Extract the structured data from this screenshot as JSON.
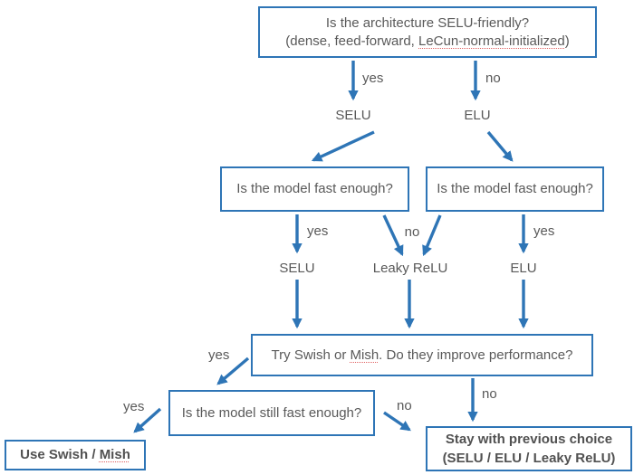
{
  "colors": {
    "accent_blue": "#2e75b6",
    "text_gray": "#595959",
    "spellcheck_red": "#e06262"
  },
  "nodes": {
    "root_question": {
      "line1": "Is the architecture SELU-friendly?",
      "line2_prefix": "(dense, feed-forward, ",
      "line2_underlined": "LeCun-normal-initialized",
      "line2_suffix": ")"
    },
    "fast_left": {
      "text": "Is the model fast enough?"
    },
    "fast_right": {
      "text": "Is the model fast enough?"
    },
    "try_swish": {
      "prefix": "Try Swish or ",
      "underlined": "Mish",
      "suffix": ". Do they improve performance?"
    },
    "still_fast": {
      "text": "Is the model still fast enough?"
    },
    "use_swish": {
      "prefix": "Use Swish / ",
      "underlined": "Mish"
    },
    "stay_previous": {
      "line1": "Stay with previous choice",
      "line2": "(SELU / ELU / Leaky ReLU)"
    }
  },
  "labels": {
    "root_yes": "yes",
    "root_no": "no",
    "branch_selu": "SELU",
    "branch_elu": "ELU",
    "fast_left_yes": "yes",
    "fast_no": "no",
    "fast_right_yes": "yes",
    "mid_selu": "SELU",
    "mid_leaky_relu": "Leaky ReLU",
    "mid_elu": "ELU",
    "try_yes": "yes",
    "try_no": "no",
    "still_yes": "yes",
    "still_no": "no"
  }
}
